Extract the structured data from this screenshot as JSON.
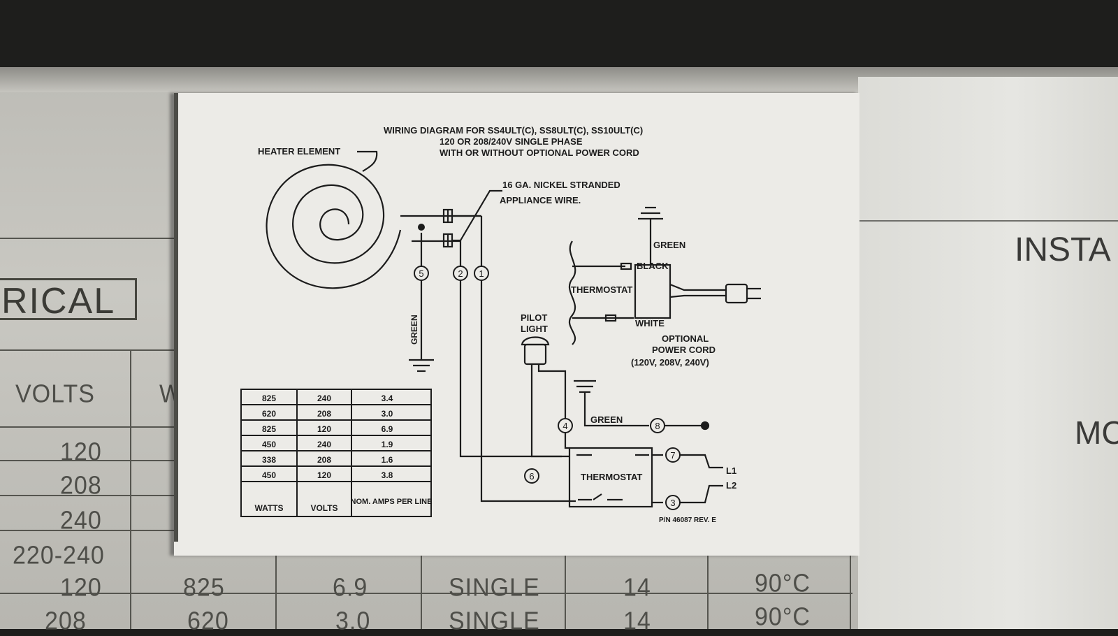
{
  "underlay": {
    "section_label": "RICAL",
    "volts_header": "VOLTS",
    "watts_header_partial": "W",
    "volts_column": [
      "120",
      "208",
      "240",
      "220-240",
      "120",
      "208"
    ],
    "bottom_rows": [
      {
        "volts": "120",
        "watts": "825",
        "amps": "6.9",
        "phase": "SINGLE",
        "gauge": "14",
        "temp": "90°C"
      },
      {
        "volts": "208",
        "watts": "620",
        "amps": "3.0",
        "phase": "SINGLE",
        "gauge": "14",
        "temp": "90°C"
      }
    ]
  },
  "right_page": {
    "heading_partial": "INSTA",
    "model_partial": "MC"
  },
  "diagram": {
    "title_line1": "WIRING DIAGRAM FOR SS4ULT(C), SS8ULT(C), SS10ULT(C)",
    "title_line2": "120 OR 208/240V SINGLE PHASE",
    "title_line3": "WITH OR WITHOUT OPTIONAL POWER CORD",
    "heater_element_label": "HEATER ELEMENT",
    "wire_label_line1": "16 GA. NICKEL STRANDED",
    "wire_label_line2": "APPLIANCE WIRE.",
    "green_label": "GREEN",
    "black_label": "BLACK",
    "white_label": "WHITE",
    "thermostat_label": "THERMOSTAT",
    "pilot_light_line1": "PILOT",
    "pilot_light_line2": "LIGHT",
    "power_cord_line1": "OPTIONAL",
    "power_cord_line2": "POWER CORD",
    "power_cord_line3": "(120V, 208V, 240V)",
    "l1_label": "L1",
    "l2_label": "L2",
    "part_number": "P/N 46087 REV. E",
    "terminals": {
      "t1": "1",
      "t2": "2",
      "t3": "3",
      "t4": "4",
      "t5": "5",
      "t6": "6",
      "t7": "7",
      "t8": "8"
    }
  },
  "ratings_table": {
    "columns": [
      "WATTS",
      "VOLTS",
      "NOM. AMPS PER LINE"
    ],
    "rows": [
      [
        "825",
        "240",
        "3.4"
      ],
      [
        "620",
        "208",
        "3.0"
      ],
      [
        "825",
        "120",
        "6.9"
      ],
      [
        "450",
        "240",
        "1.9"
      ],
      [
        "338",
        "208",
        "1.6"
      ],
      [
        "450",
        "120",
        "3.8"
      ]
    ]
  }
}
